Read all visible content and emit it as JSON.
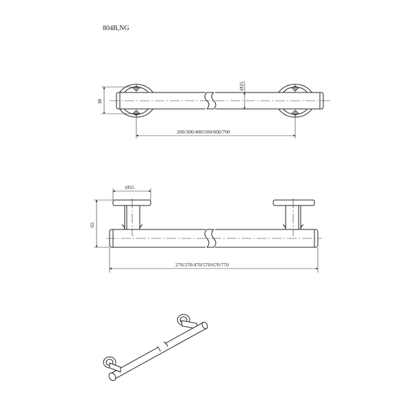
{
  "product_code": "804B,NG",
  "top_view": {
    "height_dim": "38",
    "tube_dia": "Ø25",
    "center_dim": "200/300/400/500/600/700"
  },
  "front_view": {
    "flange_dia": "Ø55",
    "projection_dim": "65",
    "overall_dim": "270/370/470/570/670/770"
  }
}
